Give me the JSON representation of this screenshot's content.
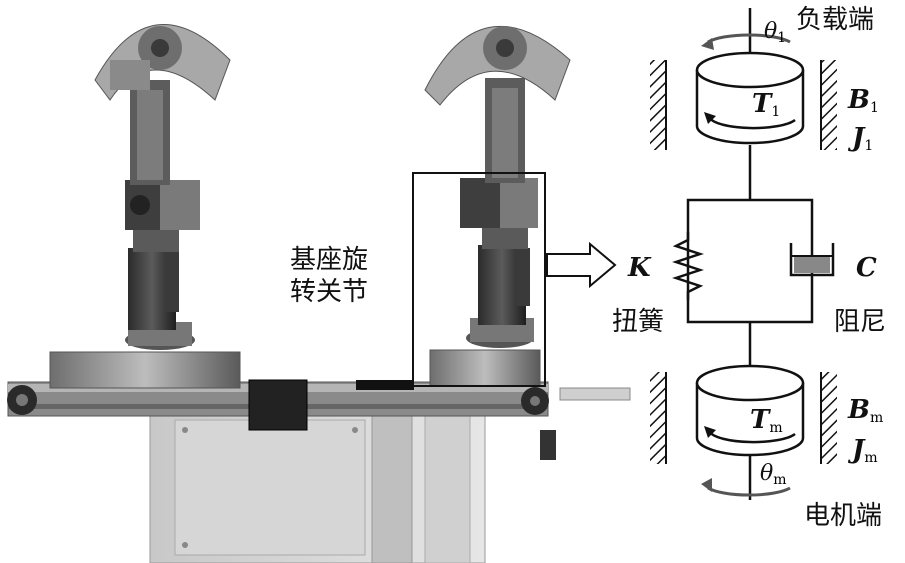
{
  "photo": {
    "base_joint_label_line1": "基座旋",
    "base_joint_label_line2": "转关节"
  },
  "schematic": {
    "load_end": "负载端",
    "motor_end": "电机端",
    "spring_label": "扭簧",
    "damper_label": "阻尼",
    "spring_symbol": "K",
    "damper_symbol": "C",
    "load_torque": "T",
    "load_torque_sub": "1",
    "motor_torque": "T",
    "motor_torque_sub": "m",
    "load_damping": "B",
    "load_damping_sub": "1",
    "load_inertia": "J",
    "load_inertia_sub": "1",
    "motor_damping": "B",
    "motor_damping_sub": "m",
    "motor_inertia": "J",
    "motor_inertia_sub": "m",
    "load_angle": "θ",
    "load_angle_sub": "1",
    "motor_angle": "θ",
    "motor_angle_sub": "m"
  }
}
